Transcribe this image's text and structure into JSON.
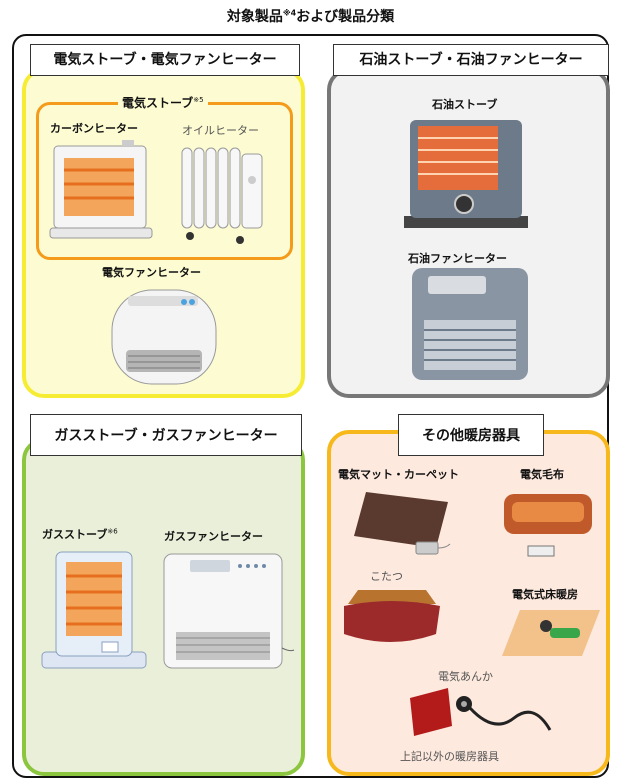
{
  "title": {
    "text": "対象製品",
    "note": "※4",
    "tail": "および製品分類"
  },
  "panels": {
    "electric": {
      "title": "電気ストーブ・電気ファンヒーター",
      "group_label": "電気ストーブ",
      "group_note": "※5",
      "items": [
        "カーボンヒーター",
        "オイルヒーター",
        "電気ファンヒーター"
      ]
    },
    "oil": {
      "title": "石油ストーブ・石油ファンヒーター",
      "items": [
        "石油ストーブ",
        "石油ファンヒーター"
      ]
    },
    "gas": {
      "title": "ガスストーブ・ガスファンヒーター",
      "stove_label": "ガスストーブ",
      "stove_note": "※6",
      "fan_label": "ガスファンヒーター"
    },
    "other": {
      "title": "その他暖房器具",
      "items": [
        "電気マット・カーペット",
        "電気毛布",
        "こたつ",
        "電気式床暖房",
        "電気あんか",
        "上記以外の暖房器具"
      ]
    }
  }
}
